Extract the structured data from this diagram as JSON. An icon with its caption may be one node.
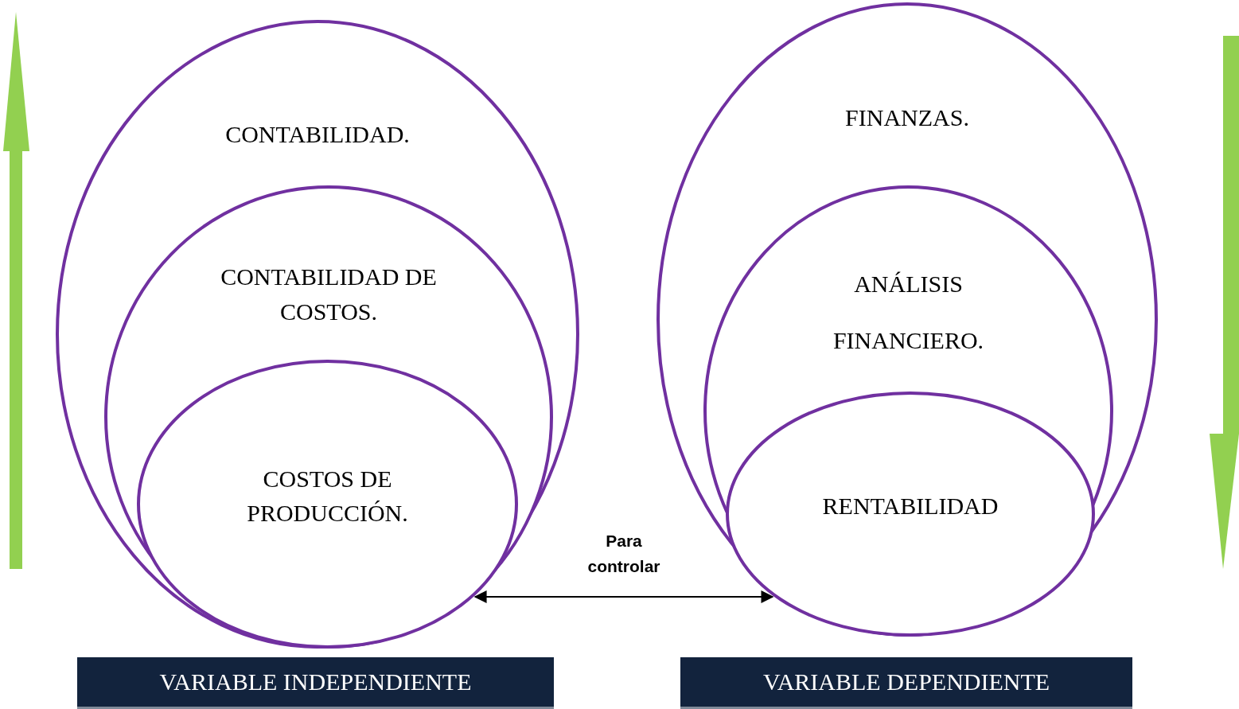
{
  "diagram": {
    "nodes": [
      {
        "text": [
          "CONTABILIDAD."
        ]
      },
      {
        "text": [
          "CONTABILIDAD DE COSTOS."
        ],
        "in": 0
      },
      {
        "text": [
          "COSTOS DE PRODUCCIÓN."
        ],
        "in": 1
      },
      {
        "text": [
          "FINANZAS."
        ]
      },
      {
        "text": [
          "ANÁLISIS FINANCIERO."
        ],
        "in": 3
      },
      {
        "text": [
          "RENTABILIDAD"
        ],
        "in": 4
      },
      {
        "text": [
          "VARIABLE INDEPENDIENTE"
        ]
      },
      {
        "text": [
          "VARIABLE DEPENDIENTE"
        ]
      }
    ],
    "edges": [
      {
        "from": 2,
        "to": 5,
        "arrow": "both",
        "label": "Para controlar"
      }
    ]
  }
}
